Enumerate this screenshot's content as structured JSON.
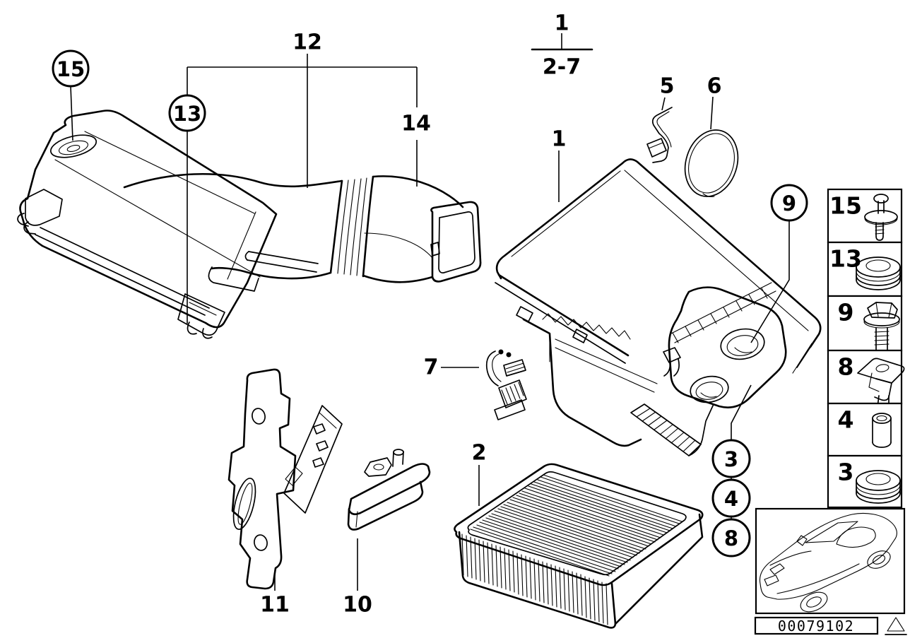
{
  "assembly_ref": {
    "numerator": "1",
    "denominator": "2-7"
  },
  "callouts": {
    "n1": "1",
    "n2": "2",
    "n3": "3",
    "n4": "4",
    "n5": "5",
    "n6": "6",
    "n7": "7",
    "n8": "8",
    "n9": "9",
    "n10": "10",
    "n11": "11",
    "n12": "12",
    "n13": "13",
    "n14": "14",
    "n15": "15"
  },
  "legend": {
    "items": [
      {
        "num": "15",
        "icon": "expanding-rivet-icon"
      },
      {
        "num": "13",
        "icon": "rubber-grommet-icon"
      },
      {
        "num": "9",
        "icon": "hex-flange-bolt-icon"
      },
      {
        "num": "8",
        "icon": "sheet-metal-clip-nut-icon"
      },
      {
        "num": "4",
        "icon": "spacer-sleeve-icon"
      },
      {
        "num": "3",
        "icon": "rubber-grommet-icon"
      }
    ]
  },
  "footer": {
    "drawing_number": "00079102",
    "vehicle_icon": "car-silhouette-icon",
    "warning_icon": "triangle-outline-icon"
  },
  "colors": {
    "line": "#000000",
    "background": "#ffffff"
  }
}
